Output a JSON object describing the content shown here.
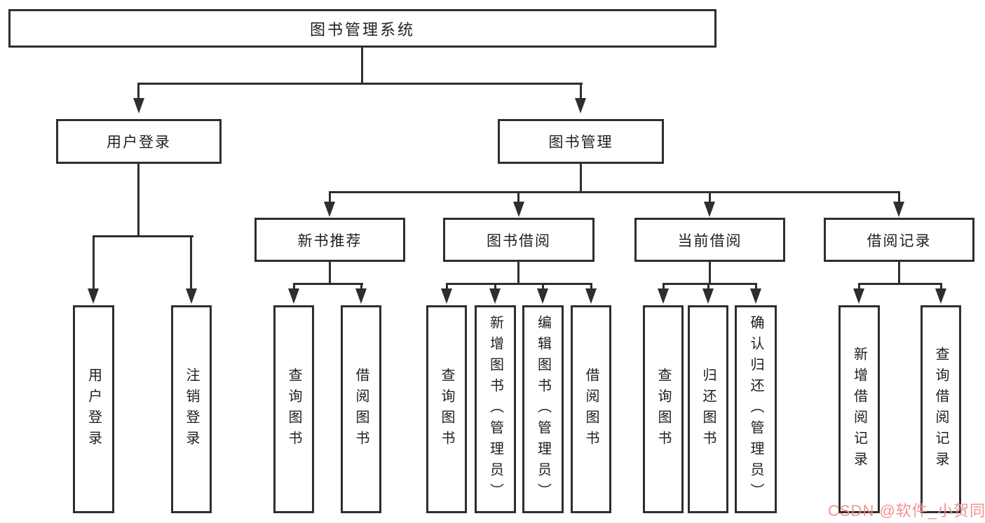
{
  "nodes": {
    "root": "图书管理系统",
    "user_login": "用户登录",
    "book_mgmt": "图书管理",
    "login": "用户登录",
    "logout": "注销登录",
    "new_rec": "新书推荐",
    "book_borrow": "图书借阅",
    "current_borrow": "当前借阅",
    "borrow_record": "借阅记录",
    "rec_query": "查询图书",
    "rec_borrow": "借阅图书",
    "bor_query": "查询图书",
    "bor_add": "新增图书（管理员）",
    "bor_edit": "编辑图书（管理员）",
    "bor_borrow": "借阅图书",
    "cur_query": "查询图书",
    "cur_return": "归还图书",
    "cur_confirm": "确认归还（管理员）",
    "record_add": "新增借阅记录",
    "record_query": "查询借阅记录"
  },
  "watermark": {
    "text": "CSDN @软件_小贺同学",
    "color": "#ee8c8c"
  },
  "colors": {
    "line": "#2e2e2e",
    "background": "#ffffff"
  }
}
